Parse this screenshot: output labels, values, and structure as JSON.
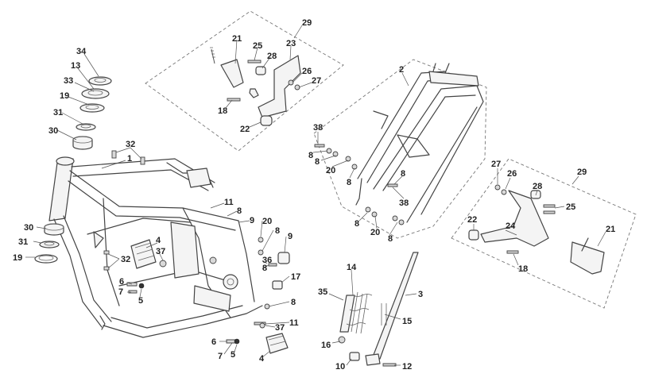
{
  "diagram": {
    "callouts": [
      {
        "id": "34",
        "text": "34"
      },
      {
        "id": "13",
        "text": "13"
      },
      {
        "id": "33",
        "text": "33"
      },
      {
        "id": "19a",
        "text": "19"
      },
      {
        "id": "31a",
        "text": "31"
      },
      {
        "id": "30a",
        "text": "30"
      },
      {
        "id": "32a",
        "text": "32"
      },
      {
        "id": "1",
        "text": "1"
      },
      {
        "id": "30b",
        "text": "30"
      },
      {
        "id": "31b",
        "text": "31"
      },
      {
        "id": "19b",
        "text": "19"
      },
      {
        "id": "32b",
        "text": "32"
      },
      {
        "id": "4a",
        "text": "4"
      },
      {
        "id": "37a",
        "text": "37"
      },
      {
        "id": "6a",
        "text": "6"
      },
      {
        "id": "7a",
        "text": "7"
      },
      {
        "id": "5a",
        "text": "5"
      },
      {
        "id": "11a",
        "text": "11"
      },
      {
        "id": "8a",
        "text": "8"
      },
      {
        "id": "9a",
        "text": "9"
      },
      {
        "id": "20a",
        "text": "20"
      },
      {
        "id": "8b",
        "text": "8"
      },
      {
        "id": "9b",
        "text": "9"
      },
      {
        "id": "36",
        "text": "36"
      },
      {
        "id": "8c",
        "text": "8"
      },
      {
        "id": "17",
        "text": "17"
      },
      {
        "id": "8d",
        "text": "8"
      },
      {
        "id": "11b",
        "text": "11"
      },
      {
        "id": "37b",
        "text": "37"
      },
      {
        "id": "6b",
        "text": "6"
      },
      {
        "id": "7b",
        "text": "7"
      },
      {
        "id": "5b",
        "text": "5"
      },
      {
        "id": "4b",
        "text": "4"
      },
      {
        "id": "29a",
        "text": "29"
      },
      {
        "id": "21a",
        "text": "21"
      },
      {
        "id": "23",
        "text": "23"
      },
      {
        "id": "25a",
        "text": "25"
      },
      {
        "id": "28a",
        "text": "28"
      },
      {
        "id": "26a",
        "text": "26"
      },
      {
        "id": "27a",
        "text": "27"
      },
      {
        "id": "18a",
        "text": "18"
      },
      {
        "id": "22a",
        "text": "22"
      },
      {
        "id": "2",
        "text": "2"
      },
      {
        "id": "38a",
        "text": "38"
      },
      {
        "id": "8e",
        "text": "8"
      },
      {
        "id": "8f",
        "text": "8"
      },
      {
        "id": "20b",
        "text": "20"
      },
      {
        "id": "8g",
        "text": "8"
      },
      {
        "id": "8h",
        "text": "8"
      },
      {
        "id": "38b",
        "text": "38"
      },
      {
        "id": "8i",
        "text": "8"
      },
      {
        "id": "20c",
        "text": "20"
      },
      {
        "id": "8j",
        "text": "8"
      },
      {
        "id": "14",
        "text": "14"
      },
      {
        "id": "35",
        "text": "35"
      },
      {
        "id": "3",
        "text": "3"
      },
      {
        "id": "15",
        "text": "15"
      },
      {
        "id": "16",
        "text": "16"
      },
      {
        "id": "10",
        "text": "10"
      },
      {
        "id": "12",
        "text": "12"
      },
      {
        "id": "29b",
        "text": "29"
      },
      {
        "id": "27b",
        "text": "27"
      },
      {
        "id": "26b",
        "text": "26"
      },
      {
        "id": "28b",
        "text": "28"
      },
      {
        "id": "25b",
        "text": "25"
      },
      {
        "id": "22b",
        "text": "22"
      },
      {
        "id": "24",
        "text": "24"
      },
      {
        "id": "21b",
        "text": "21"
      },
      {
        "id": "18b",
        "text": "18"
      }
    ]
  }
}
